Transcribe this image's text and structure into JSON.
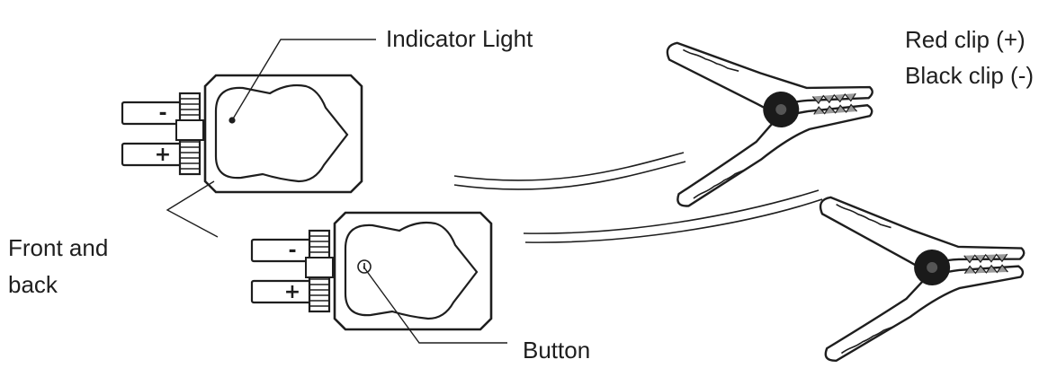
{
  "labels": {
    "indicator_light": "Indicator Light",
    "red_clip": "Red clip (+)",
    "black_clip": "Black clip (-)",
    "front_and_back_line1": "Front and",
    "front_and_back_line2": "back",
    "button": "Button"
  },
  "terminals": {
    "negative": "-",
    "positive": "+"
  },
  "colors": {
    "ink": "#1e1e1e",
    "clip_body": "#ffffff",
    "pivot": "#1a1a1a",
    "jaw_teeth": "#9a9a9a"
  }
}
